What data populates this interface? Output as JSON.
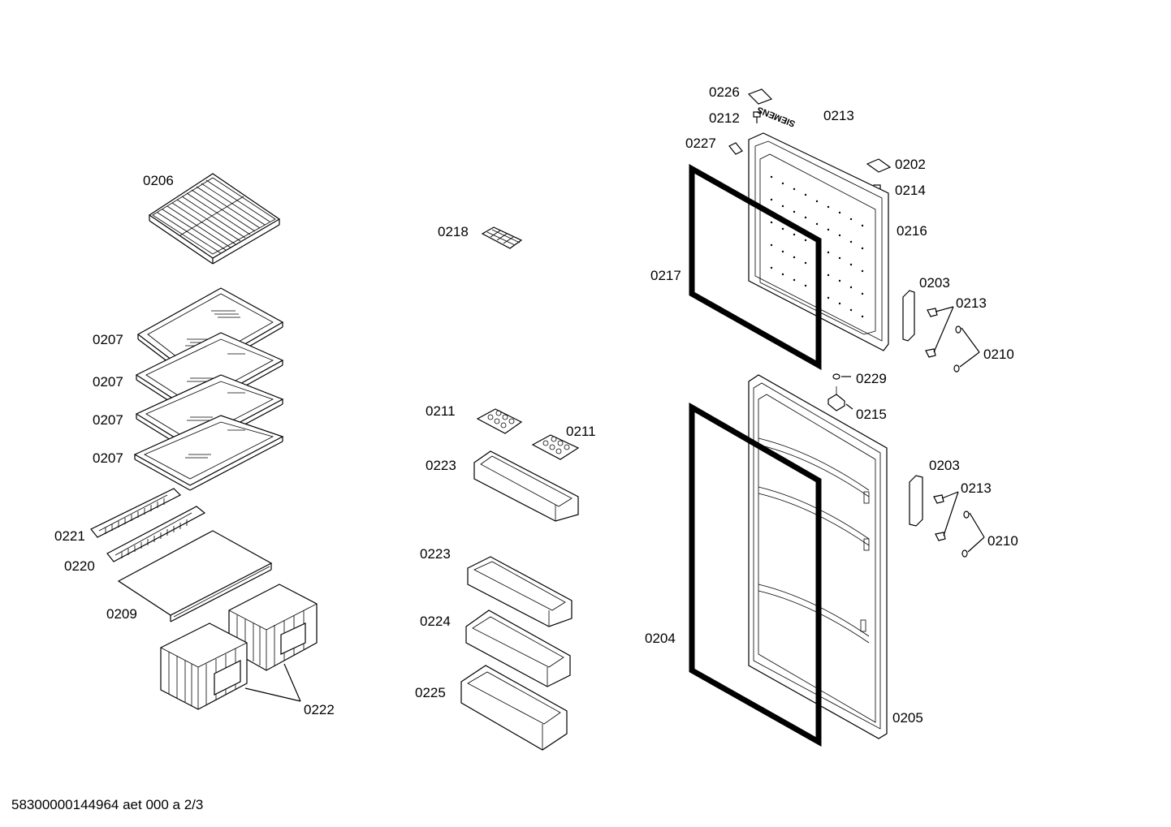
{
  "document_id": "58300000144964 aet 000 a 2/3",
  "brand_mark": "SIEMENS",
  "labels": {
    "p0206": "0206",
    "p0207a": "0207",
    "p0207b": "0207",
    "p0207c": "0207",
    "p0207d": "0207",
    "p0221": "0221",
    "p0220": "0220",
    "p0209": "0209",
    "p0222": "0222",
    "p0218": "0218",
    "p0211a": "0211",
    "p0211b": "0211",
    "p0223a": "0223",
    "p0223b": "0223",
    "p0224": "0224",
    "p0225": "0225",
    "p0226": "0226",
    "p0212": "0212",
    "p0213a": "0213",
    "p0227": "0227",
    "p0202": "0202",
    "p0214": "0214",
    "p0216": "0216",
    "p0217": "0217",
    "p0203a": "0203",
    "p0213b": "0213",
    "p0210a": "0210",
    "p0229": "0229",
    "p0215": "0215",
    "p0203b": "0203",
    "p0213c": "0213",
    "p0210b": "0210",
    "p0204": "0204",
    "p0205": "0205"
  }
}
